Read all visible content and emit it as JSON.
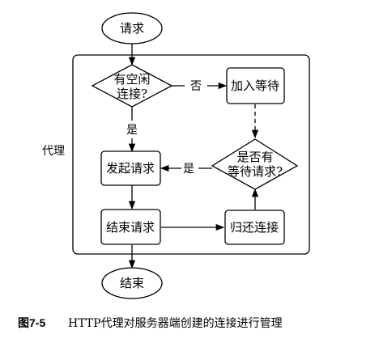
{
  "nodes": {
    "request": "请求",
    "idle_q_line1": "有空闲",
    "idle_q_line2": "连接?",
    "join_wait": "加入等待",
    "waiting_q_line1": "是否有",
    "waiting_q_line2": "等待请求?",
    "send_request": "发起请求",
    "end_request": "结束请求",
    "return_conn": "归还连接",
    "end": "结束"
  },
  "edges": {
    "idle_no": "否",
    "idle_yes": "是",
    "waiting_yes": "是"
  },
  "group": {
    "label": "代理"
  },
  "caption": {
    "figure_no": "图7-5",
    "text": "HTTP代理对服务器端创建的连接进行管理"
  }
}
